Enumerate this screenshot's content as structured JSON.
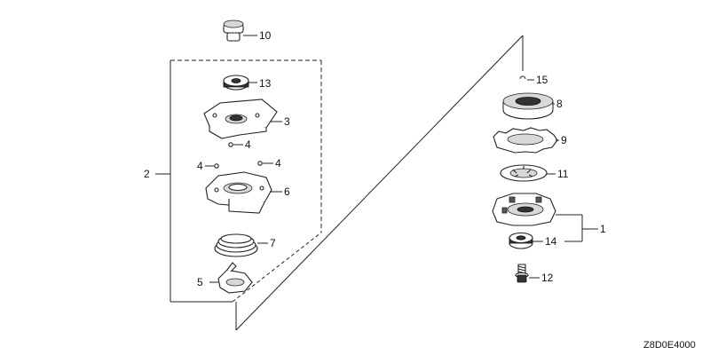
{
  "callouts": {
    "c1": "1",
    "c2": "2",
    "c3": "3",
    "c4a": "4",
    "c4b": "4",
    "c4c": "4",
    "c5": "5",
    "c6": "6",
    "c7": "7",
    "c8": "8",
    "c9": "9",
    "c10": "10",
    "c11": "11",
    "c12": "12",
    "c13": "13",
    "c14": "14",
    "c15": "15"
  },
  "drawing_code": "Z8D0E4000"
}
